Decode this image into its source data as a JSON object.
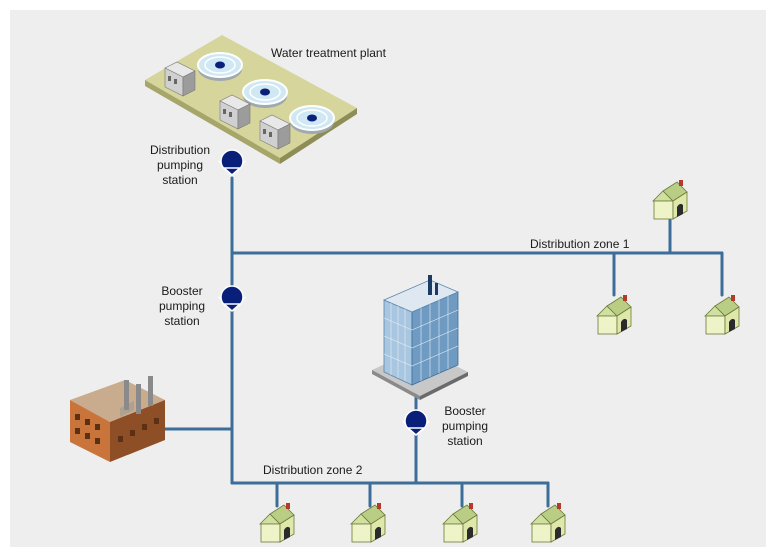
{
  "labels": {
    "plant": "Water treatment plant",
    "distribution_station_1": "Distribution",
    "distribution_station_2": "pumping",
    "distribution_station_3": "station",
    "booster_left_1": "Booster",
    "booster_left_2": "pumping",
    "booster_left_3": "station",
    "booster_right_1": "Booster",
    "booster_right_2": "pumping",
    "booster_right_3": "station",
    "zone1": "Distribution zone 1",
    "zone2": "Distribution zone 2"
  },
  "colors": {
    "background": "#eeeeee",
    "pipe": "#3d6e9a",
    "pump": "#0a1f7a",
    "house_wall": "#e7efb8",
    "house_roof": "#cfe0a0",
    "factory_brick": "#c8743a",
    "tower_glass": "#7fa7c9"
  },
  "icons": [
    "water-treatment-plant-icon",
    "pump-icon",
    "house-icon",
    "factory-icon",
    "office-tower-icon"
  ]
}
